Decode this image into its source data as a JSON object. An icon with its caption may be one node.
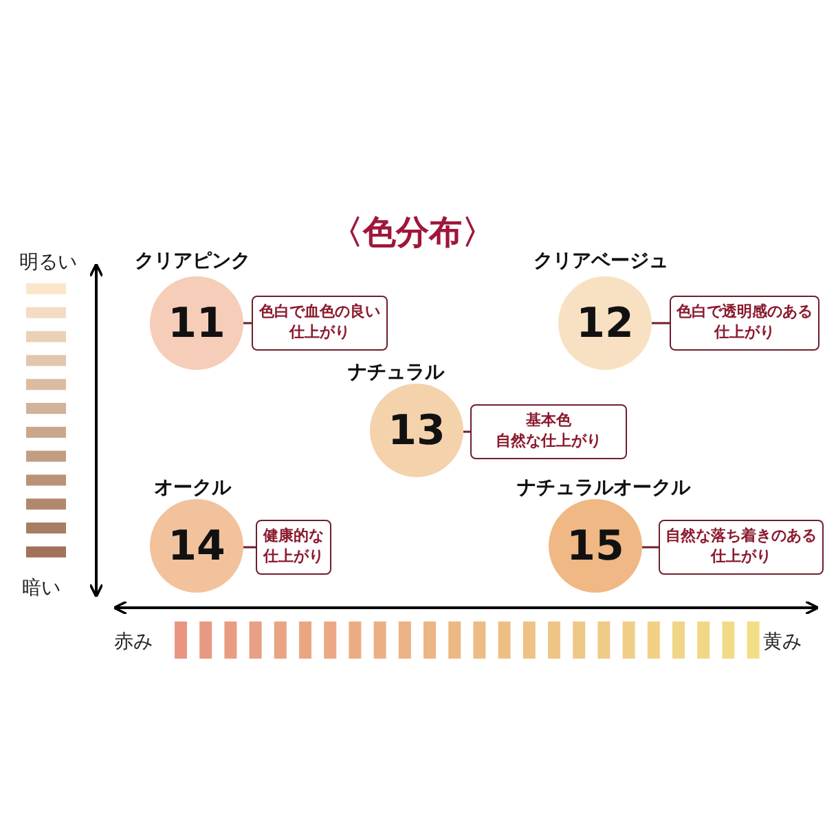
{
  "diagram": {
    "title": "〈色分布〉",
    "nodes": [
      {
        "text": [
          "クリアピンク",
          "11"
        ]
      },
      {
        "text": [
          "色白で血色の良い仕上がり"
        ]
      },
      {
        "text": [
          "クリアベージュ",
          "12"
        ]
      },
      {
        "text": [
          "色白で透明感のある仕上がり"
        ]
      },
      {
        "text": [
          "ナチュラル",
          "13"
        ]
      },
      {
        "text": [
          "基本色",
          "自然な仕上がり"
        ]
      },
      {
        "text": [
          "オークル",
          "14"
        ]
      },
      {
        "text": [
          "健康的な仕上がり"
        ]
      },
      {
        "text": [
          "ナチュラルオークル",
          "15"
        ]
      },
      {
        "text": [
          "自然な落ち着きのある仕上がり"
        ]
      }
    ],
    "edges": [
      {
        "from": 0,
        "to": 1,
        "arrow": "none"
      },
      {
        "from": 2,
        "to": 3,
        "arrow": "none"
      },
      {
        "from": 4,
        "to": 5,
        "arrow": "none"
      },
      {
        "from": 6,
        "to": 7,
        "arrow": "none"
      },
      {
        "from": 8,
        "to": 9,
        "arrow": "none"
      }
    ],
    "labels": [
      "明るい",
      "暗い",
      "赤み",
      "黄み"
    ]
  }
}
